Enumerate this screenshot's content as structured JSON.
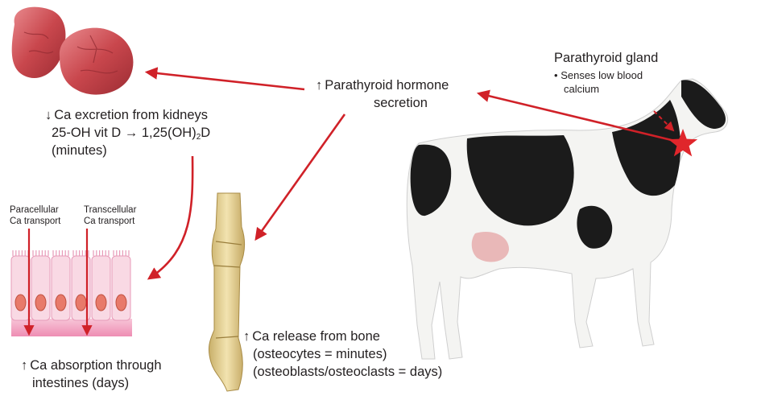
{
  "pth": {
    "arrow": "↑",
    "line1": "Parathyroid hormone",
    "line2": "secretion"
  },
  "gland": {
    "title": "Parathyroid gland",
    "bullet": "•",
    "line1": "Senses low blood",
    "line2": "calcium"
  },
  "kidney": {
    "arrow": "↓",
    "line1": "Ca excretion from kidneys",
    "line2_pre": "25-OH vit D → 1,25(OH)",
    "line2_sub": "2",
    "line2_post": "D",
    "line3": "(minutes)"
  },
  "intestine": {
    "para_line1": "Paracellular",
    "para_line2": "Ca transport",
    "trans_line1": "Transcellular",
    "trans_line2": "Ca transport",
    "arrow": "↑",
    "line1": "Ca absorption through",
    "line2": "intestines (days)"
  },
  "bone": {
    "arrow": "↑",
    "line1": "Ca release from bone",
    "line2": "(osteocytes = minutes)",
    "line3": "(osteoblasts/osteoclasts = days)"
  },
  "colors": {
    "arrow_red": "#d02128",
    "star_red": "#e0262b",
    "kidney": "#c8444b",
    "cell_pink": "#f3c2d2",
    "nucleus": "#e87a6a",
    "bone": "#e8d59a",
    "cow_black": "#1b1b1b"
  }
}
